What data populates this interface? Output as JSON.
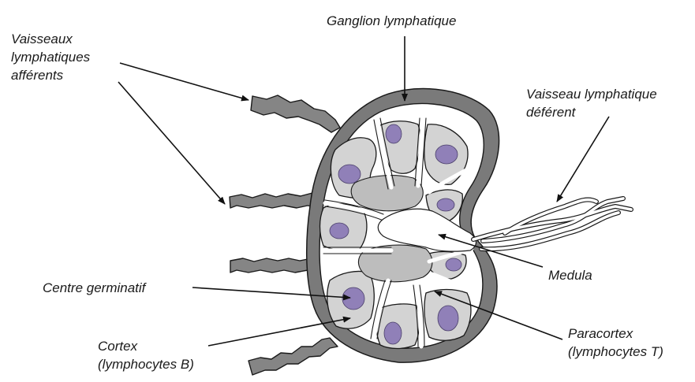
{
  "labels": {
    "vaisseaux_afferents": [
      "Vaisseaux",
      "lymphatiques",
      "afférents"
    ],
    "ganglion": "Ganglion lymphatique",
    "vaisseau_deferent": [
      "Vaisseau lymphatique",
      "déférent"
    ],
    "medula": "Medula",
    "centre_germinatif": "Centre germinatif",
    "cortex": [
      "Cortex",
      "(lymphocytes B)"
    ],
    "paracortex": [
      "Paracortex",
      "(lymphocytes T)"
    ]
  },
  "colors": {
    "capsule": "#7a7a7a",
    "lobule": "#d3d3d3",
    "paracortex": "#bdbdbd",
    "germinal_center": "#9080b8",
    "vessel": "#858585",
    "outline": "#1a1a1a"
  }
}
